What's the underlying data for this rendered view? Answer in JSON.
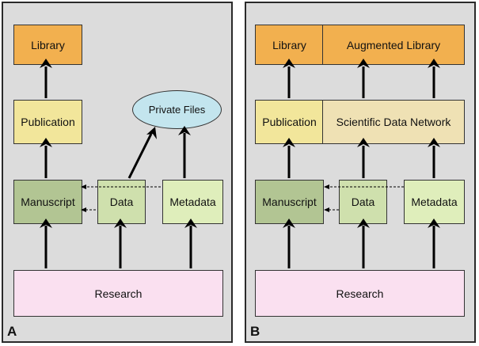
{
  "panel_a": {
    "label": "A",
    "library": "Library",
    "publication": "Publication",
    "private_files": "Private Files",
    "manuscript": "Manuscript",
    "data": "Data",
    "metadata": "Metadata",
    "research": "Research"
  },
  "panel_b": {
    "label": "B",
    "library": "Library",
    "augmented_library": "Augmented Library",
    "publication": "Publication",
    "scientific_data_network": "Scientific Data Network",
    "manuscript": "Manuscript",
    "data": "Data",
    "metadata": "Metadata",
    "research": "Research"
  },
  "colors": {
    "library": "#f2b04f",
    "publication": "#f2e69b",
    "network": "#efe1b4",
    "manuscript": "#b2c593",
    "data": "#cfe0ad",
    "metadata": "#dfeebb",
    "research": "#fae0f0",
    "private_files": "#c3e5ee"
  }
}
